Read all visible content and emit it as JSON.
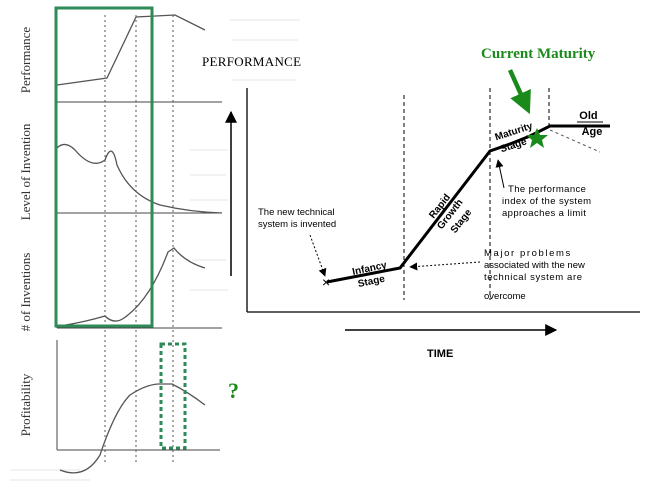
{
  "left_panel": {
    "axis_labels": {
      "performance": "Performance",
      "level_of_invention": "Level of Invention",
      "num_inventions": "# of Inventions",
      "profitability": "Profitability"
    },
    "highlight_color": "#2e8b57",
    "question_mark": "?"
  },
  "right_panel": {
    "y_axis_label": "PERFORMANCE",
    "x_axis_label": "TIME",
    "callout": "Current Maturity",
    "callout_color": "#1a8a1a",
    "stages": {
      "infancy": [
        "Infancy",
        "Stage"
      ],
      "rapid": [
        "Rapid",
        "Growth",
        "Stage"
      ],
      "maturity": [
        "Maturity",
        "Stage"
      ],
      "old": [
        "Old",
        "Age"
      ]
    },
    "annotations": {
      "invented": [
        "The new technical",
        "system is invented"
      ],
      "limit": [
        "The performance",
        "index of the system",
        "approaches a limit"
      ],
      "problems": [
        "Major problems",
        "associated with the new",
        "technical system are",
        "overcome"
      ]
    }
  }
}
